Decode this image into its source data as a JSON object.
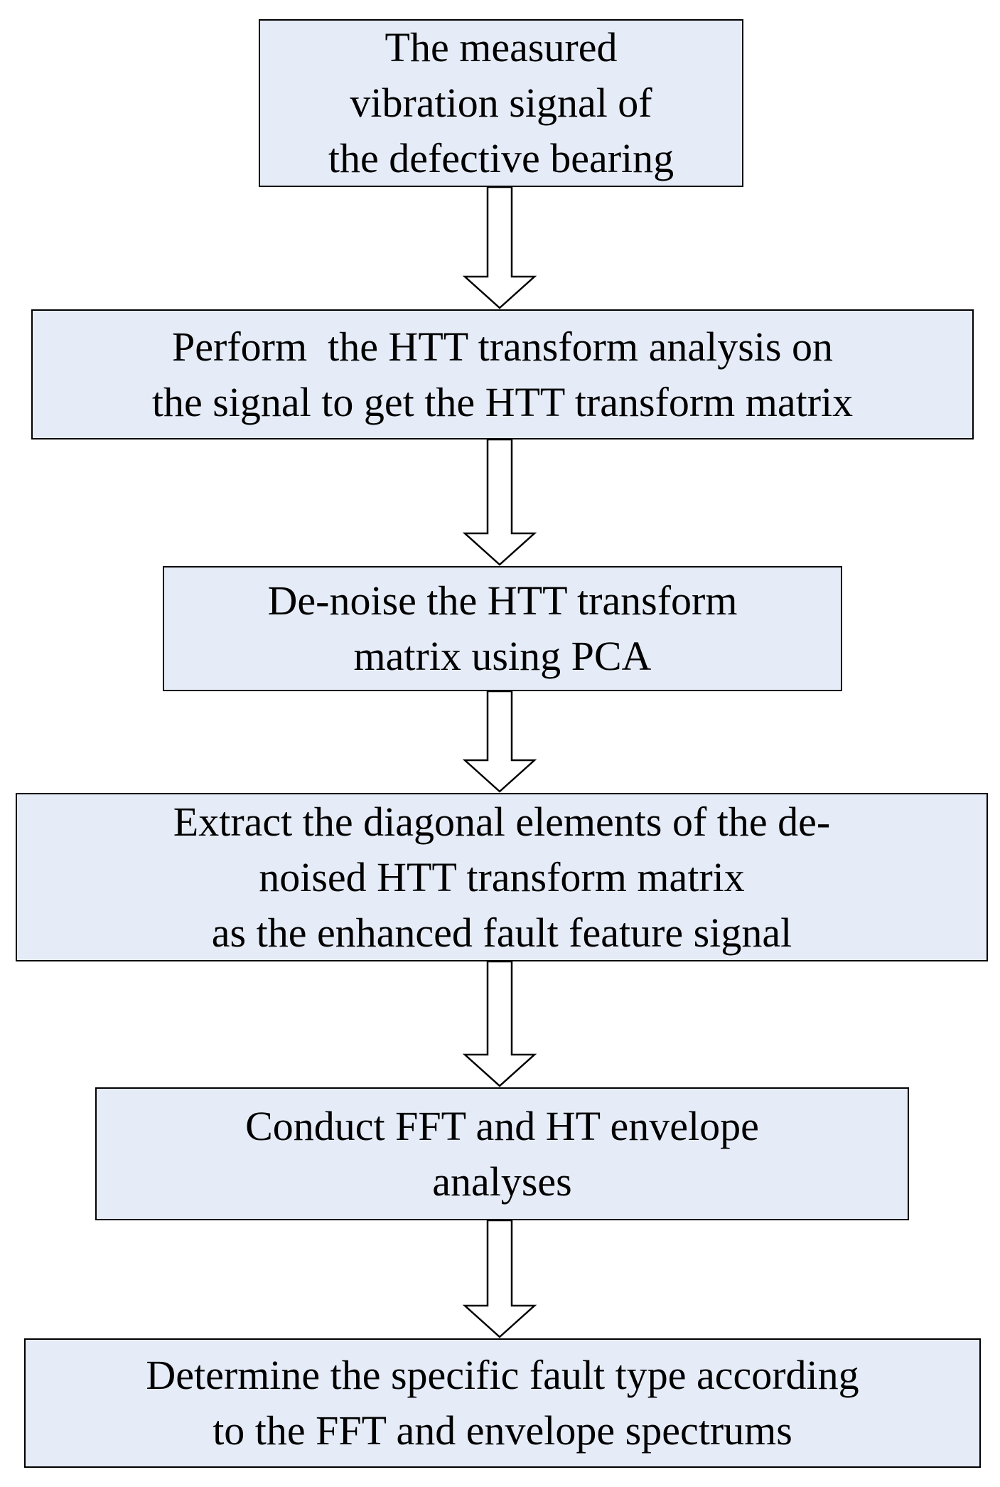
{
  "steps": [
    {
      "lines": [
        "The measured",
        "vibration signal of",
        "the defective bearing"
      ]
    },
    {
      "lines": [
        "Perform  the HTT transform analysis on",
        "the signal to get the HTT transform matrix"
      ]
    },
    {
      "lines": [
        "De-noise the HTT transform",
        "matrix using PCA"
      ]
    },
    {
      "lines": [
        "Extract the diagonal elements of the de-",
        "noised HTT transform matrix",
        "as the enhanced fault feature signal"
      ]
    },
    {
      "lines": [
        "Conduct FFT and HT envelope",
        "analyses"
      ]
    },
    {
      "lines": [
        "Determine the specific fault type according",
        "to the FFT and envelope spectrums"
      ]
    }
  ],
  "colors": {
    "box_fill": "#e6ecf7",
    "stroke": "#000000",
    "arrow_fill": "#ffffff"
  }
}
